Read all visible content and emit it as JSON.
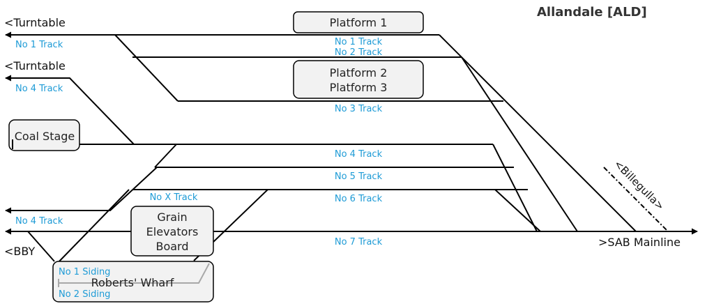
{
  "title": "Allandale [ALD]",
  "colors": {
    "track": "#000000",
    "label": "#1e9bd6",
    "box_fill": "#f2f2f2",
    "siding": "#a8a8a8"
  },
  "destinations": {
    "turntable_1": "<Turntable",
    "turntable_2": "<Turntable",
    "bby": "<BBY",
    "sab": ">SAB Mainline",
    "billegulla": "<Billegulla>"
  },
  "boxes": {
    "platform1": "Platform 1",
    "platform2": "Platform 2",
    "platform3": "Platform 3",
    "coal_stage": "Coal Stage",
    "grain_1": "Grain",
    "grain_2": "Elevators",
    "grain_3": "Board",
    "roberts_wharf": "Roberts' Wharf"
  },
  "track_labels": {
    "no1_left": "No 1 Track",
    "no4_upper_left": "No 4 Track",
    "no4_lower_left": "No 4 Track",
    "no1": "No 1 Track",
    "no2": "No 2 Track",
    "no3": "No 3 Track",
    "no4": "No 4 Track",
    "no5": "No 5 Track",
    "no6": "No 6 Track",
    "nox": "No X Track",
    "no7": "No 7 Track",
    "siding1": "No 1 Siding",
    "siding2": "No 2 Siding"
  }
}
